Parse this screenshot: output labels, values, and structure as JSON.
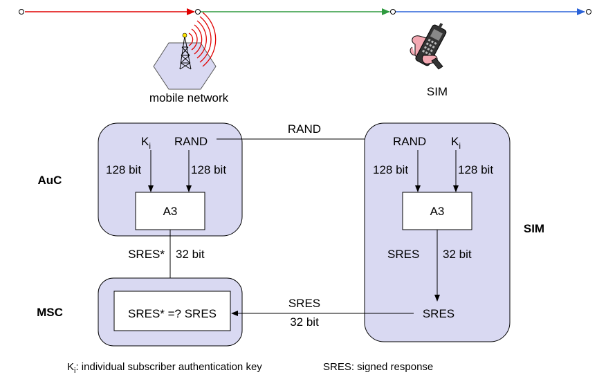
{
  "top": {
    "network_label": "mobile network",
    "sim_label": "SIM",
    "line_colors": {
      "segment1": "#e00000",
      "segment2": "#2e9a3f",
      "segment3": "#2a62d8"
    }
  },
  "auc": {
    "side_label": "AuC",
    "ki": "K",
    "ki_sub": "i",
    "rand": "RAND",
    "ki_bits": "128 bit",
    "rand_bits": "128 bit",
    "algo": "A3",
    "out_name": "SRES*",
    "out_bits": "32 bit"
  },
  "transfer_rand": "RAND",
  "sim_box": {
    "side_label": "SIM",
    "rand": "RAND",
    "ki": "K",
    "ki_sub": "i",
    "rand_bits": "128 bit",
    "ki_bits": "128 bit",
    "algo": "A3",
    "out_name": "SRES",
    "out_bits": "32 bit",
    "result": "SRES"
  },
  "msc": {
    "side_label": "MSC",
    "compare": "SRES* =? SRES"
  },
  "transfer_sres": {
    "name": "SRES",
    "bits": "32 bit"
  },
  "legend": {
    "ki_main": "K",
    "ki_sub": "i",
    "ki_desc": ": individual subscriber authentication key",
    "sres_desc": "SRES: signed response"
  },
  "colors": {
    "box_fill": "#d9d9f2",
    "box_stroke": "#000000"
  }
}
